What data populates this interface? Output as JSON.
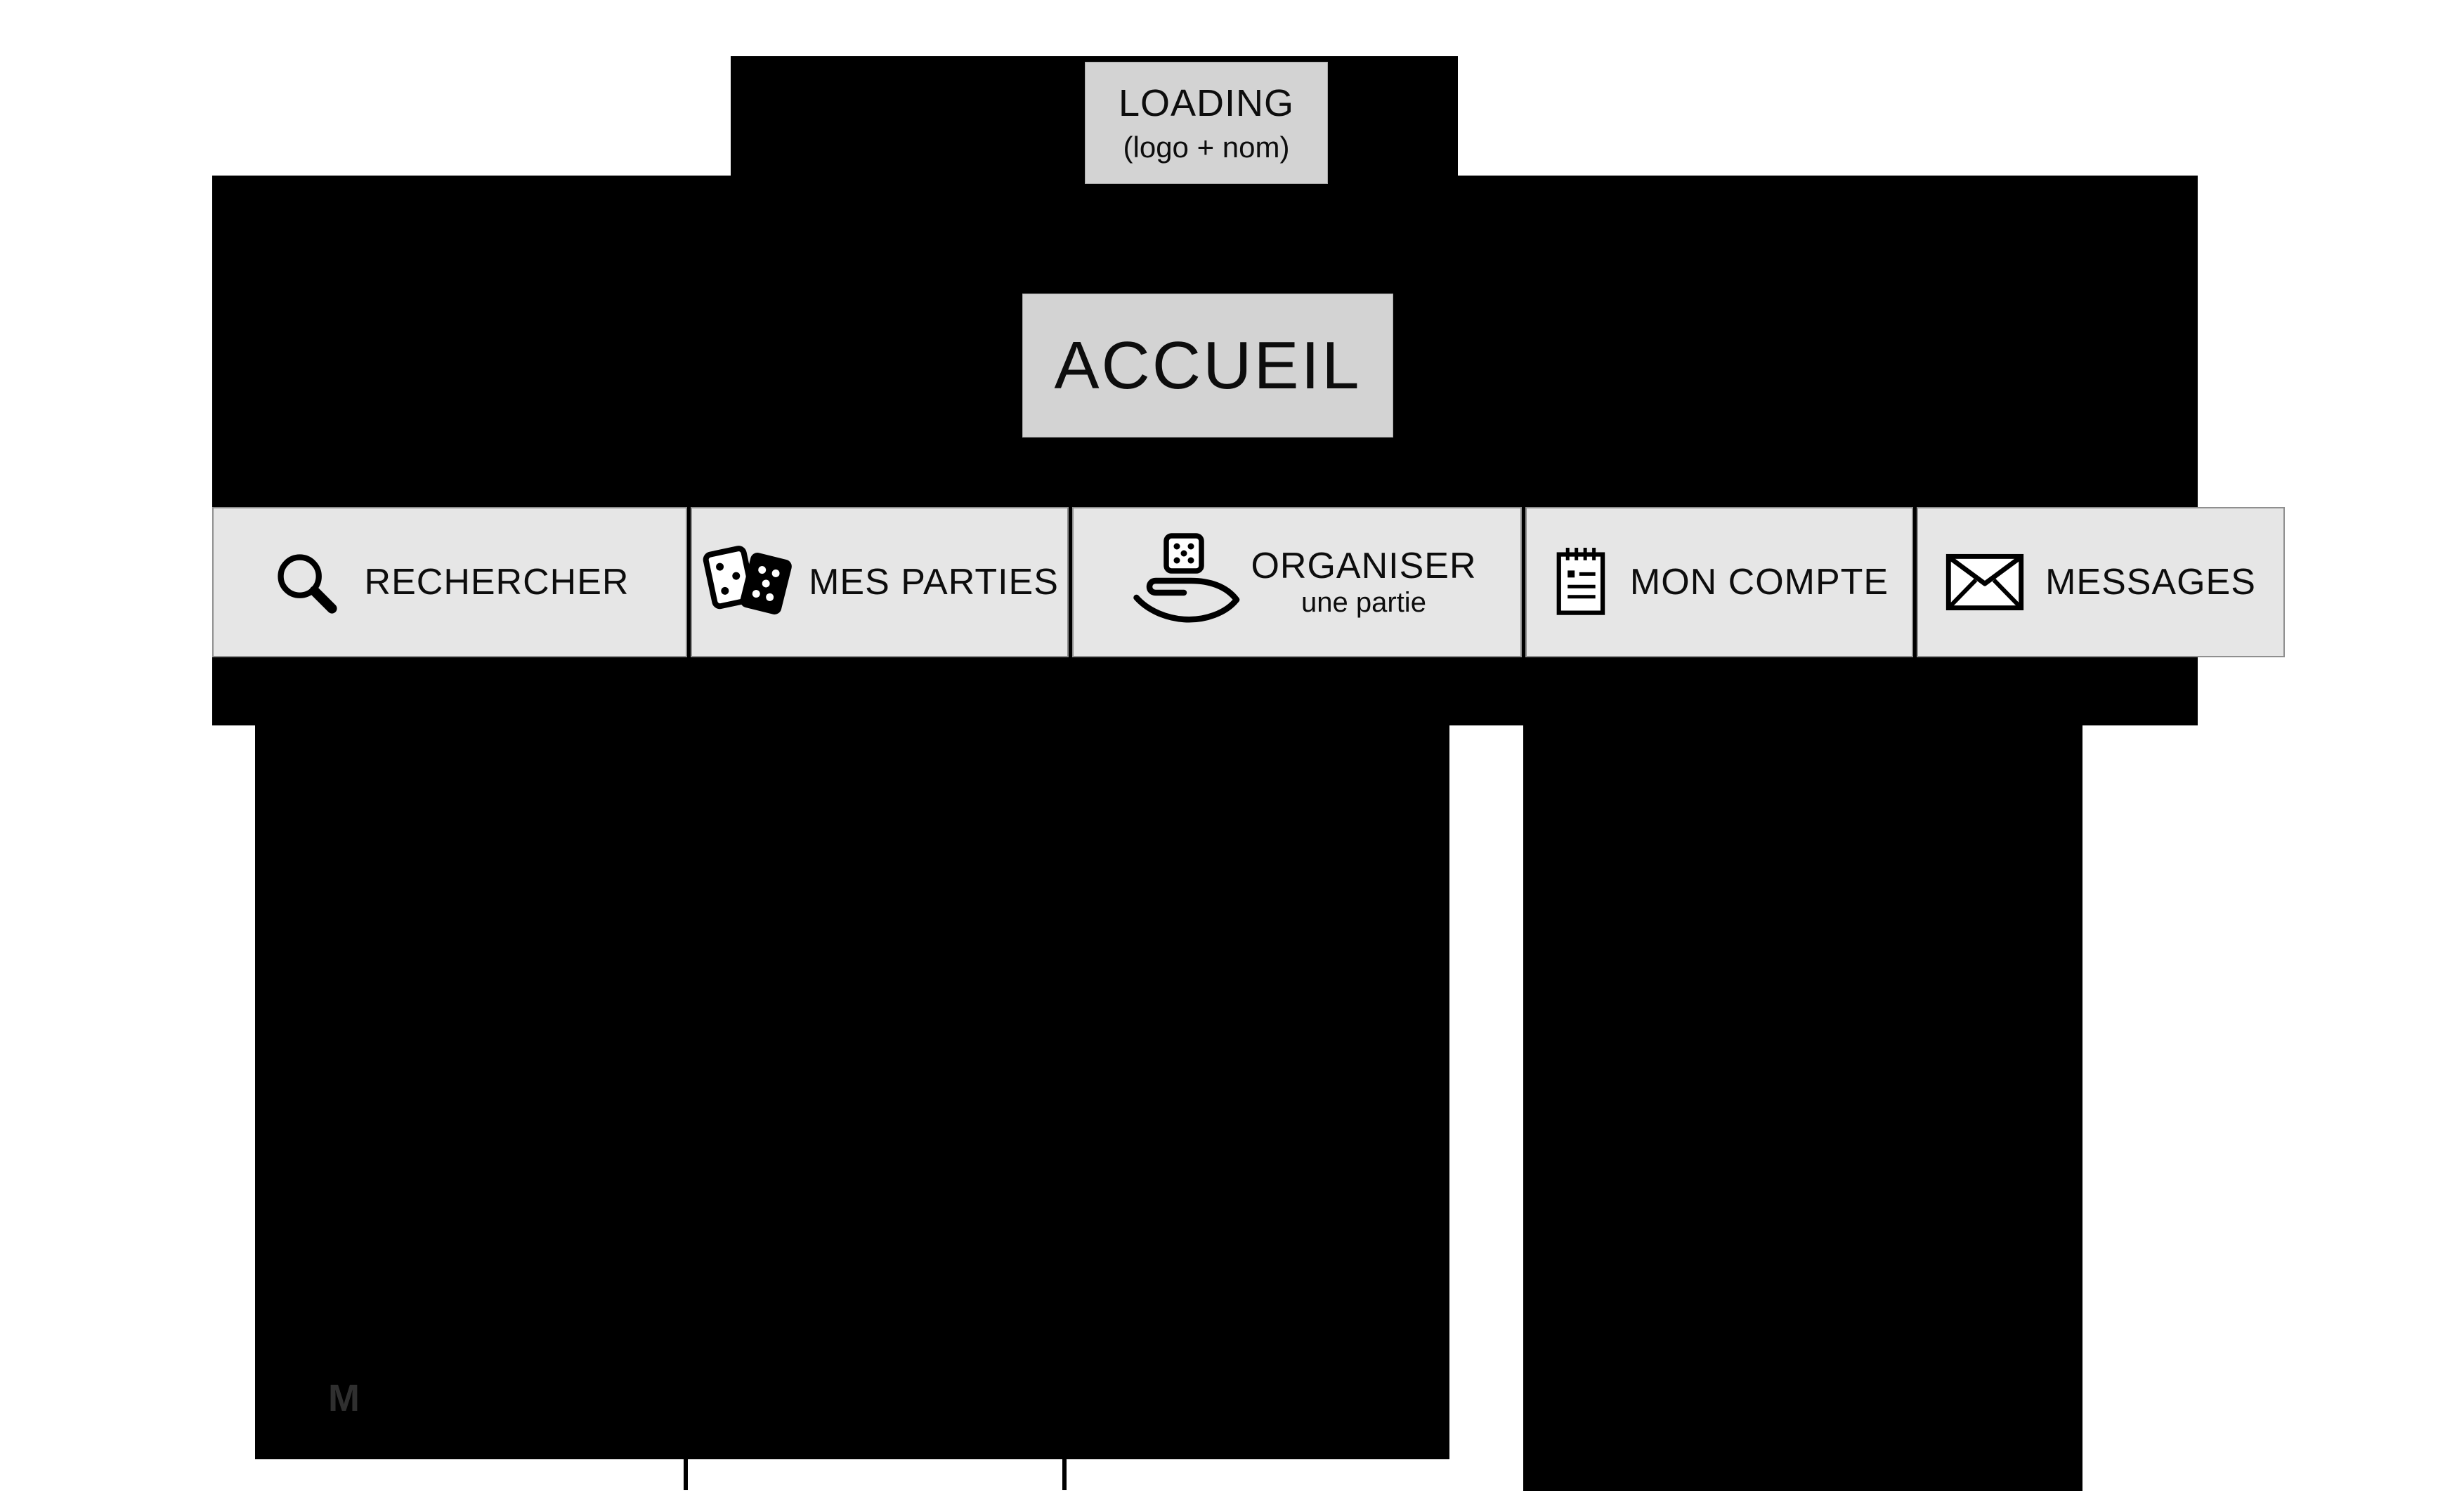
{
  "loading": {
    "title": "LOADING",
    "subtitle": "(logo + nom)"
  },
  "home": {
    "title": "ACCUEIL"
  },
  "nav": {
    "items": [
      {
        "label": "RECHERCHER",
        "icon": "search-icon"
      },
      {
        "label": "MES PARTIES",
        "icon": "cards-dice-icon"
      },
      {
        "label": "ORGANISER",
        "sublabel": "une partie",
        "icon": "hand-die-icon"
      },
      {
        "label": "MON COMPTE",
        "icon": "notepad-icon"
      },
      {
        "label": "MESSAGES",
        "icon": "envelope-icon"
      }
    ]
  },
  "watermark": "M",
  "colors": {
    "background": "#ffffff",
    "panel": "#000000",
    "box_fill": "#d3d3d3",
    "nav_fill": "#e6e6e6",
    "border": "#8f8f8f",
    "text": "#0d0d0d"
  }
}
